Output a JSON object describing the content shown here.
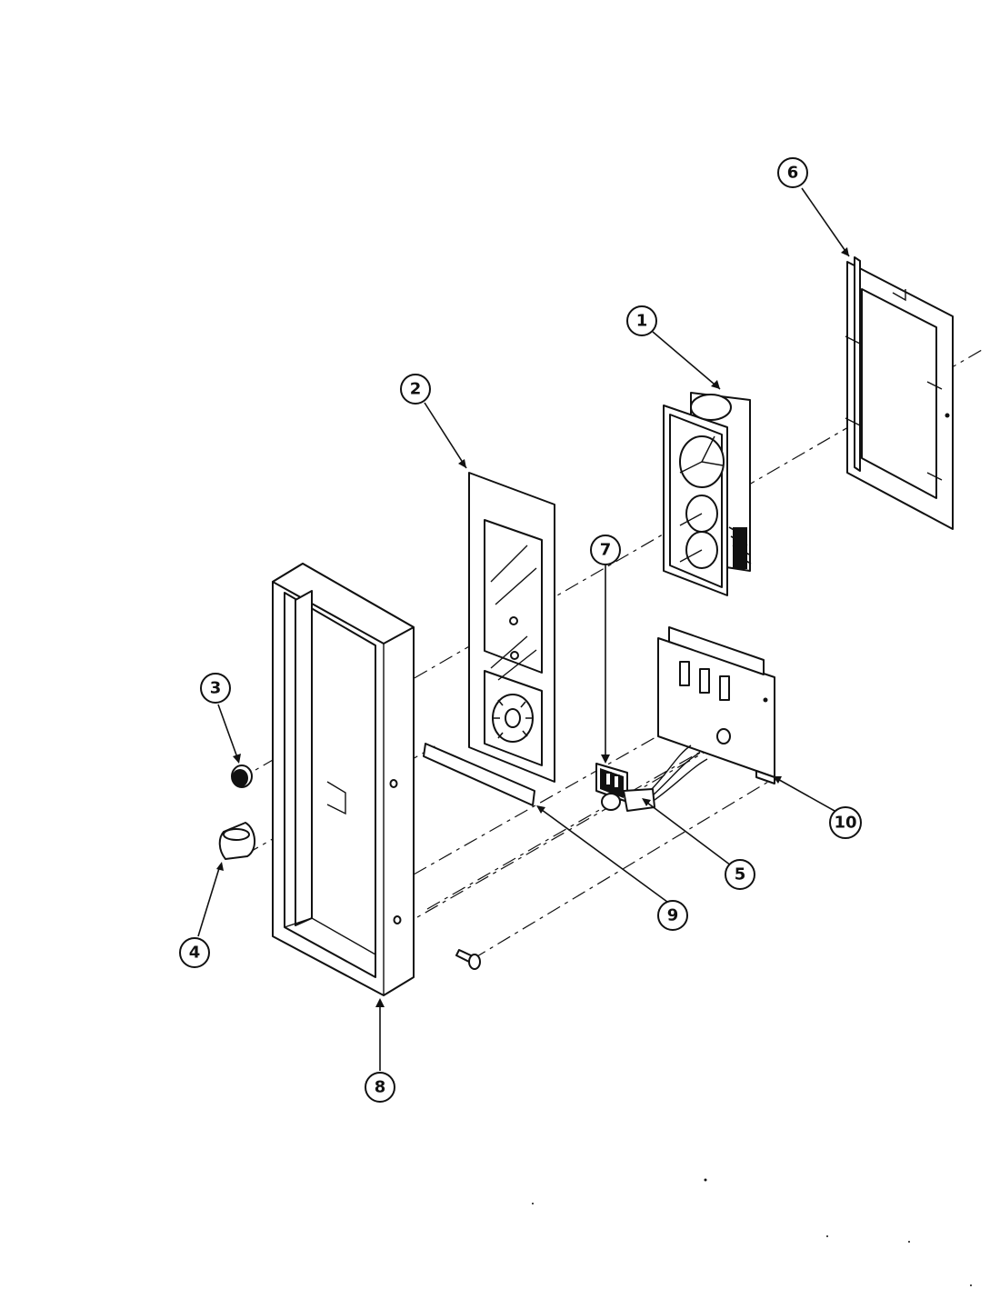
{
  "callouts": [
    {
      "id": "1",
      "label": "1",
      "part": "timer-control-module"
    },
    {
      "id": "2",
      "label": "2",
      "part": "control-panel-overlay"
    },
    {
      "id": "3",
      "label": "3",
      "part": "knob"
    },
    {
      "id": "4",
      "label": "4",
      "part": "knob-cap"
    },
    {
      "id": "5",
      "label": "5",
      "part": "indicator-lamp"
    },
    {
      "id": "6",
      "label": "6",
      "part": "mounting-bracket"
    },
    {
      "id": "7",
      "label": "7",
      "part": "rocker-switch"
    },
    {
      "id": "8",
      "label": "8",
      "part": "control-panel-frame"
    },
    {
      "id": "9",
      "label": "9",
      "part": "trim-strip"
    },
    {
      "id": "10",
      "label": "10",
      "part": "switch-bracket"
    }
  ],
  "colors": {
    "line": "#111111",
    "background": "#ffffff"
  }
}
